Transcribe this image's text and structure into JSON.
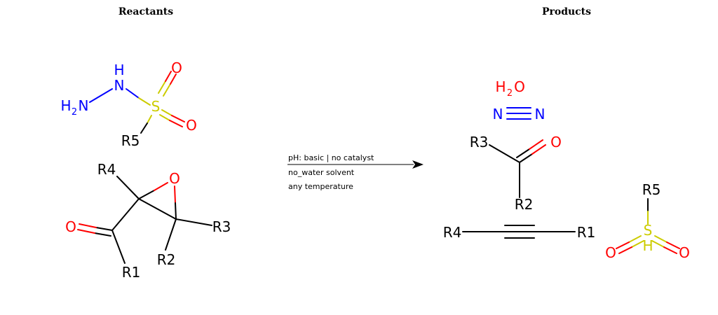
{
  "headings": {
    "reactants": "Reactants",
    "products": "Products"
  },
  "conditions": {
    "line1": "pH: basic | no catalyst",
    "line2": "no_water solvent",
    "line3": "any temperature"
  },
  "colors": {
    "carbon": "#000000",
    "oxygen": "#ff0000",
    "nitrogen": "#0000ff",
    "sulfur": "#cccc00"
  },
  "reactant_sulfonylhydrazide": {
    "nh": "H",
    "n_label": "N",
    "h2n": "H",
    "h2n_sub": "2",
    "h2n_n": "N",
    "s": "S",
    "o_top": "O",
    "o_right": "O",
    "r": "R5"
  },
  "reactant_epoxide": {
    "o": "O",
    "r4": "R4",
    "r3": "R3",
    "r2": "R2",
    "r1": "R1",
    "o_carbonyl": "O"
  },
  "product_water": {
    "h": "H",
    "h_sub": "2",
    "o": "O"
  },
  "product_n2": {
    "n1": "N",
    "n2": "N"
  },
  "product_ketone": {
    "r3": "R3",
    "o": "O",
    "r2": "R2"
  },
  "product_alkyne": {
    "r4": "R4",
    "r1": "R1"
  },
  "product_sulfinic": {
    "r": "R5",
    "s": "S",
    "h": "H",
    "o_left": "O",
    "o_right": "O"
  }
}
